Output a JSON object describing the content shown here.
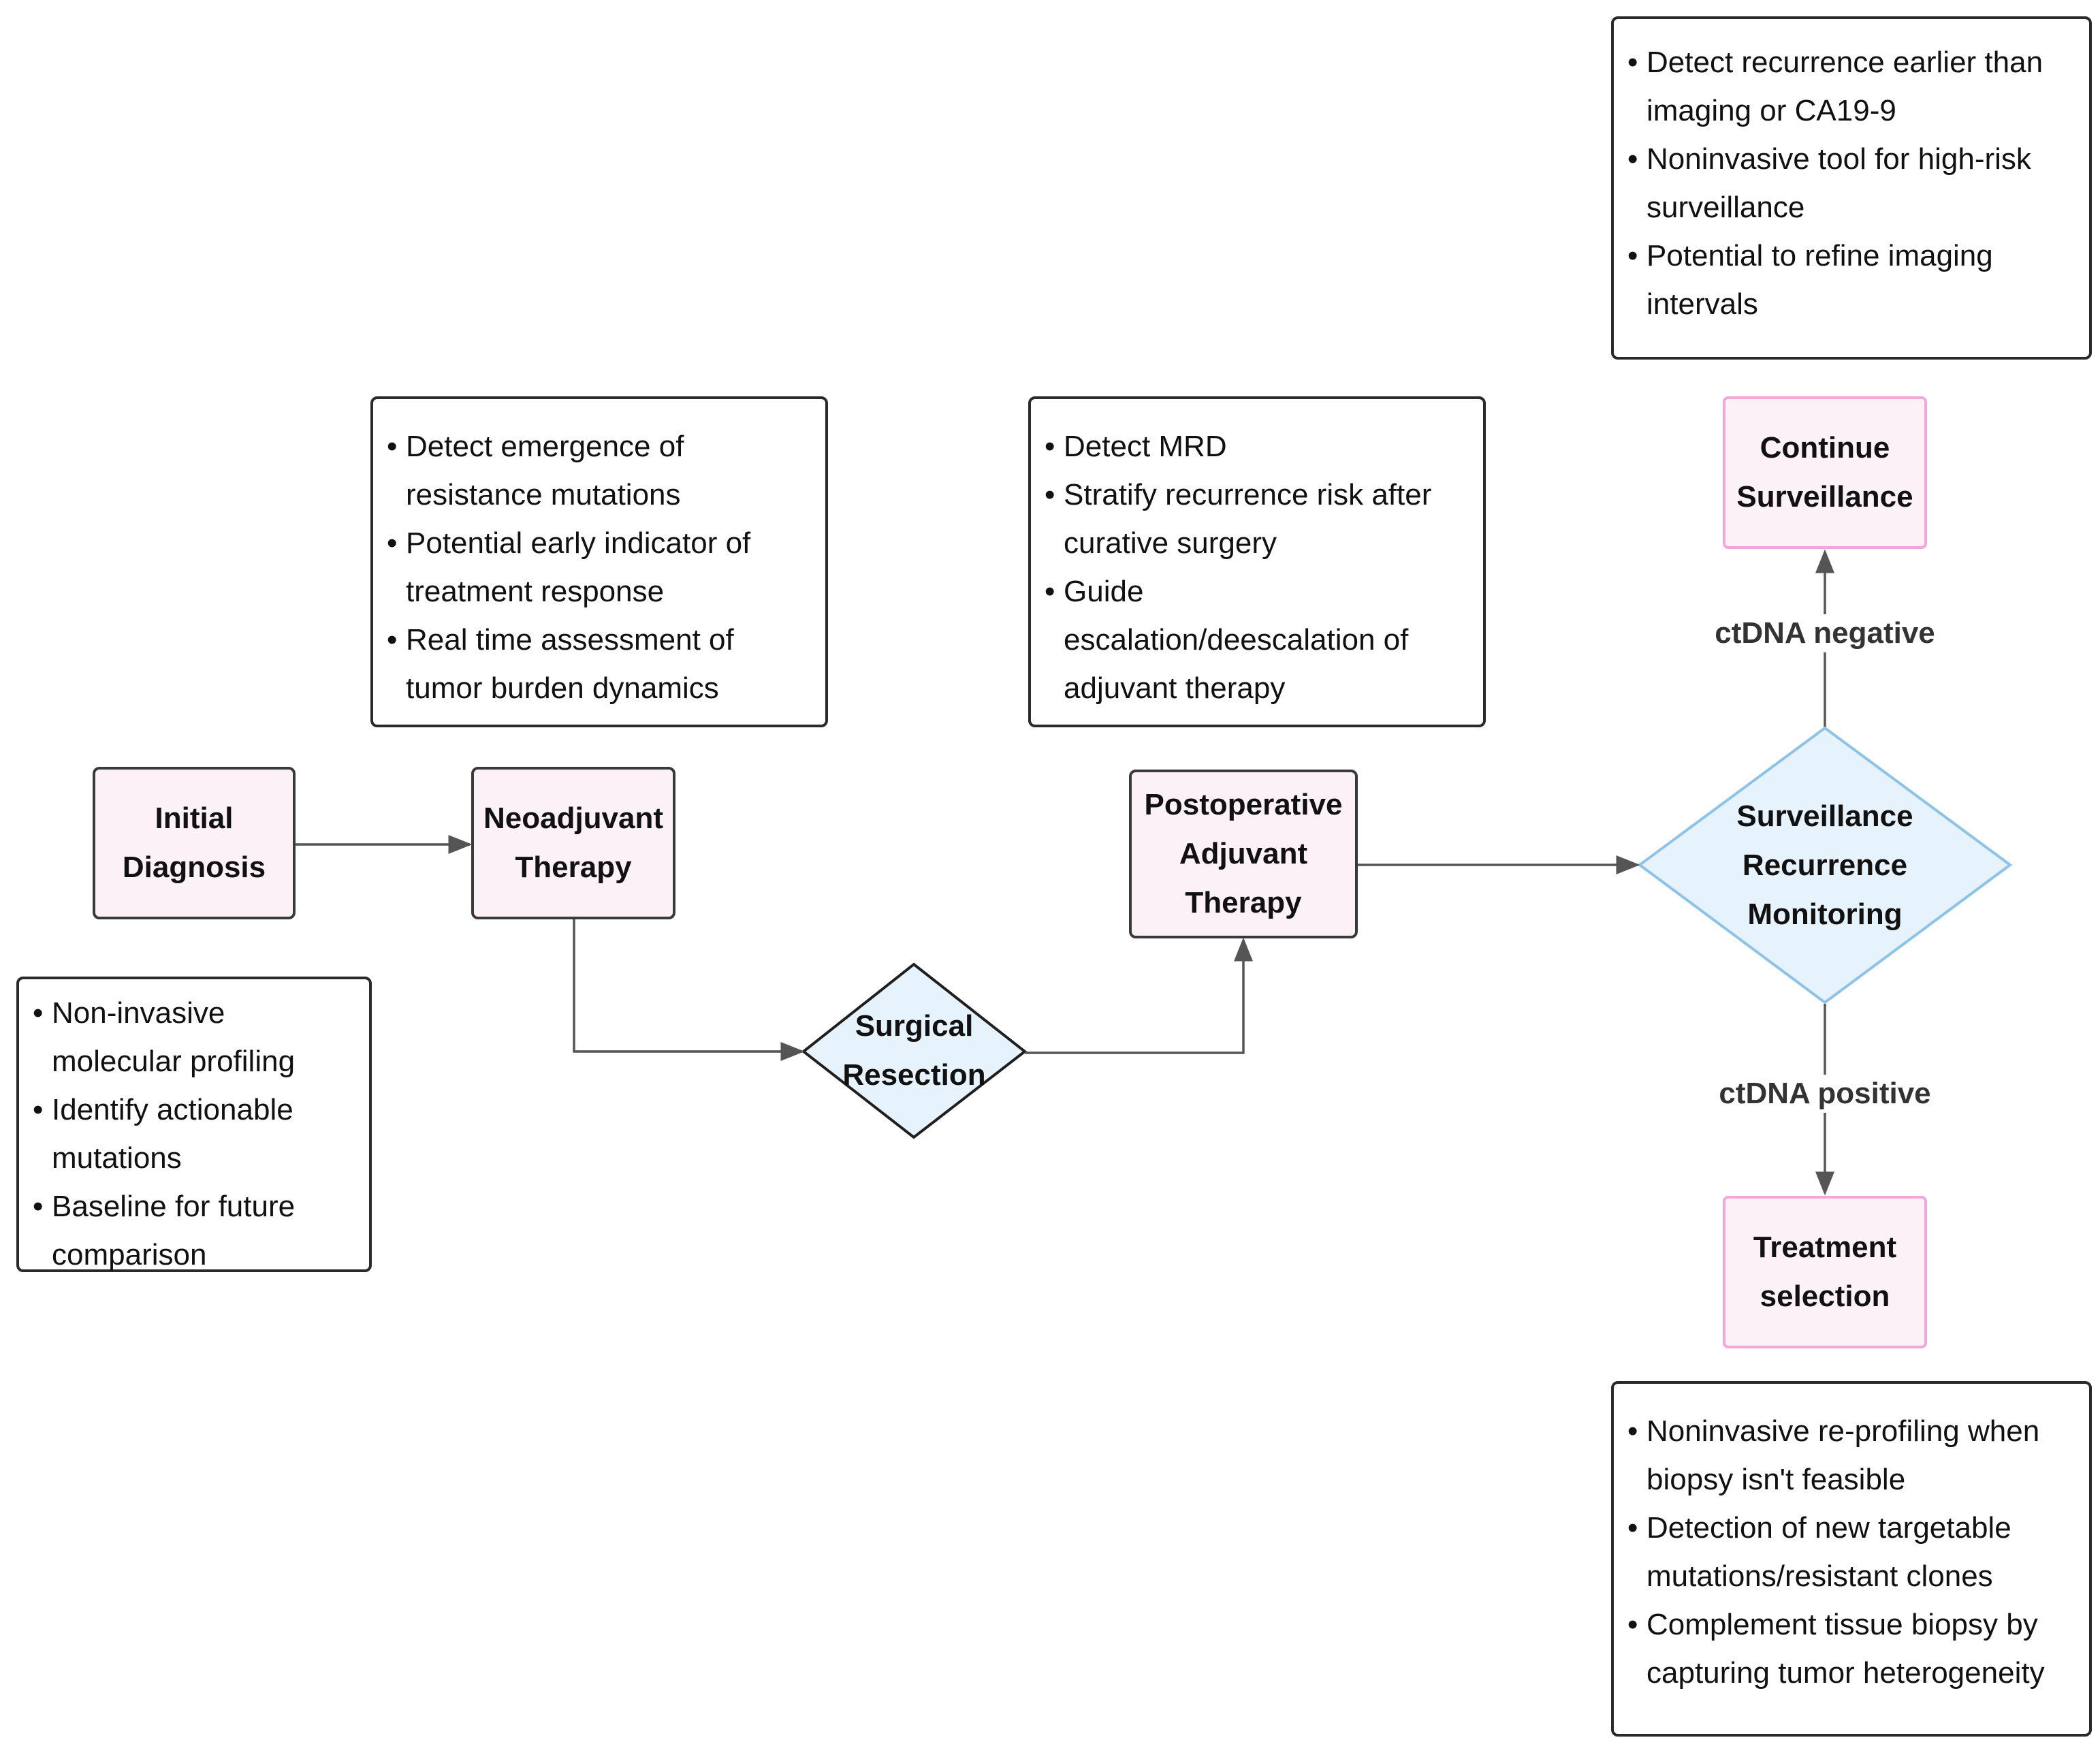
{
  "steps": {
    "initial_diagnosis": [
      "Initial",
      "Diagnosis"
    ],
    "neoadjuvant_therapy": [
      "Neoadjuvant",
      "Therapy"
    ],
    "postoperative_adjuvant_therapy": [
      "Postoperative",
      "Adjuvant",
      "Therapy"
    ],
    "continue_surveillance": [
      "Continue",
      "Surveillance"
    ],
    "treatment_selection": [
      "Treatment",
      "selection"
    ]
  },
  "decisions": {
    "surgical_resection": [
      "Surgical",
      "Resection"
    ],
    "surveillance_recurrence_monitoring": [
      "Surveillance",
      "Recurrence",
      "Monitoring"
    ]
  },
  "edge_labels": {
    "ctdna_negative": "ctDNA negative",
    "ctdna_positive": "ctDNA positive"
  },
  "notes": {
    "diagnosis": [
      [
        "Non-invasive",
        "molecular profiling"
      ],
      [
        "Identify actionable",
        "mutations"
      ],
      [
        "Baseline for future",
        "comparison"
      ]
    ],
    "neoadjuvant": [
      [
        "Detect emergence of",
        "resistance mutations"
      ],
      [
        "Potential early indicator of",
        "treatment response"
      ],
      [
        "Real time assessment of",
        "tumor burden dynamics"
      ]
    ],
    "postoperative": [
      [
        "Detect MRD"
      ],
      [
        "Stratify recurrence risk after",
        "curative surgery"
      ],
      [
        "Guide",
        "escalation/deescalation of",
        "adjuvant therapy"
      ]
    ],
    "surveillance": [
      [
        "Detect recurrence earlier than",
        "imaging or CA19-9"
      ],
      [
        "Noninvasive tool for high-risk",
        "surveillance"
      ],
      [
        "Potential to refine imaging",
        "intervals"
      ]
    ],
    "treatment": [
      [
        "Noninvasive re-profiling when",
        "biopsy isn't feasible"
      ],
      [
        "Detection of new targetable",
        "mutations/resistant clones"
      ],
      [
        "Complement tissue biopsy by",
        "capturing tumor heterogeneity"
      ]
    ]
  },
  "colors": {
    "step_fill": "#fdf1f8",
    "step_border": "#3a3a3a",
    "outcome_border": "#f0a8d6",
    "decision_fill": "#e6f2fc",
    "monitoring_border": "#8ec3e8",
    "arrow": "#555555"
  }
}
